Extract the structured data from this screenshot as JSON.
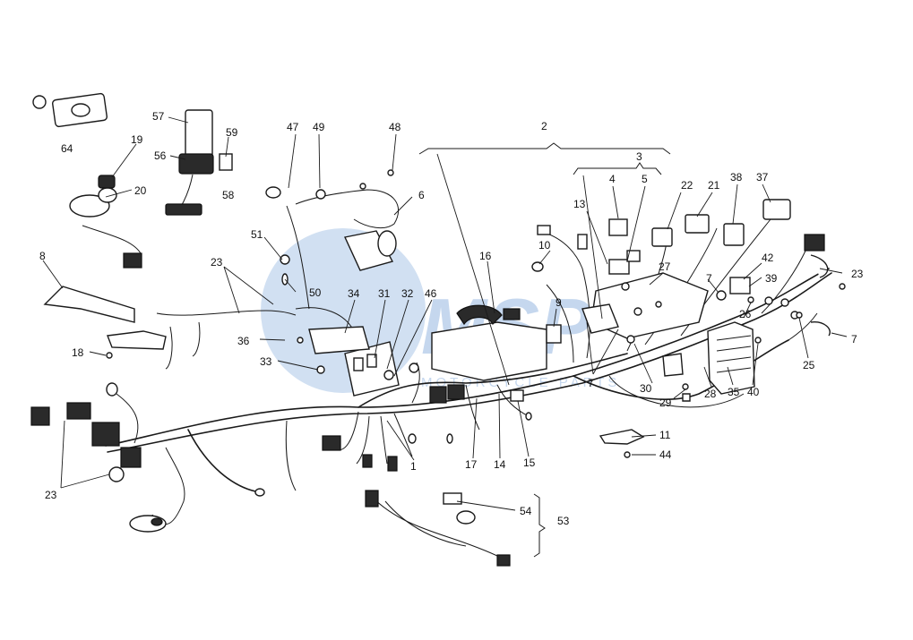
{
  "watermark": {
    "logo_text": "MSP",
    "sub_text": "MOTORCYCLE PARTS",
    "color": "#5b8fd0"
  },
  "callouts": [
    "1",
    "2",
    "3",
    "4",
    "5",
    "6",
    "7",
    "7",
    "7",
    "7",
    "8",
    "9",
    "10",
    "11",
    "13",
    "14",
    "15",
    "16",
    "17",
    "18",
    "19",
    "20",
    "21",
    "22",
    "23",
    "23",
    "23",
    "23",
    "25",
    "26",
    "27",
    "28",
    "29",
    "30",
    "31",
    "32",
    "33",
    "34",
    "35",
    "36",
    "37",
    "38",
    "39",
    "40",
    "42",
    "44",
    "46",
    "47",
    "48",
    "49",
    "50",
    "51",
    "53",
    "54",
    "56",
    "57",
    "58",
    "59",
    "64"
  ]
}
